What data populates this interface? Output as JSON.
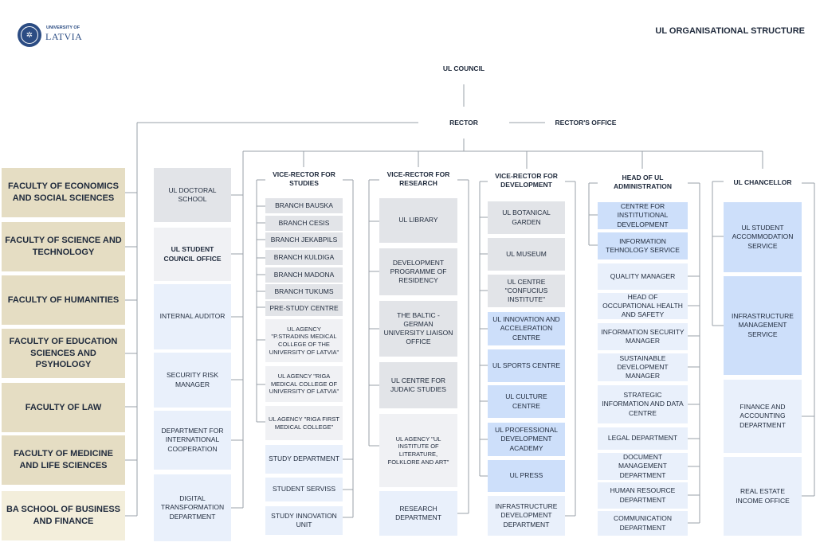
{
  "header": {
    "logo_small": "UNIVERSITY OF",
    "logo_big": "LATVIA",
    "title": "UL ORGANISATIONAL STRUCTURE"
  },
  "top": {
    "council": "UL COUNCIL",
    "rector": "RECTOR",
    "rectors_office": "RECTOR'S OFFICE"
  },
  "faculties": [
    "FACULTY OF ECONOMICS AND SOCIAL SCIENCES",
    "FACULTY OF SCIENCE AND TECHNOLOGY",
    "FACULTY OF HUMANITIES",
    "FACULTY OF EDUCATION SCIENCES AND PSYHOLOGY",
    "FACULTY OF LAW",
    "FACULTY OF MEDICINE AND LIFE SCIENCES",
    "BA SCHOOL OF BUSINESS AND FINANCE"
  ],
  "rector_units": [
    "UL DOCTORAL SCHOOL",
    "UL STUDENT COUNCIL OFFICE",
    "INTERNAL AUDITOR",
    "SECURITY RISK MANAGER",
    "DEPARTMENT FOR INTERNATIONAL COOPERATION",
    "DIGITAL TRANSFORMATION DEPARTMENT"
  ],
  "studies": {
    "title": "VICE-RECTOR FOR STUDIES",
    "units": [
      "BRANCH BAUSKA",
      "BRANCH CESIS",
      "BRANCH JEKABPILS",
      "BRANCH KULDIGA",
      "BRANCH MADONA",
      "BRANCH TUKUMS",
      "PRE-STUDY CENTRE",
      "UL AGENCY \"P.STRADINS MEDICAL COLLEGE OF THE UNIVERSITY OF LATVIA\"",
      "UL AGENCY \"RIGA MEDICAL COLLEGE OF UNIVERSITY OF LATVIA\"",
      "UL AGENCY \"RIGA FIRST MEDICAL COLLEGE\"",
      "STUDY DEPARTMENT",
      "STUDENT SERVISS",
      "STUDY INNOVATION UNIT"
    ]
  },
  "research": {
    "title": "VICE-RECTOR FOR RESEARCH",
    "units": [
      "UL LIBRARY",
      "DEVELOPMENT PROGRAMME OF RESIDENCY",
      "THE BALTIC - GERMAN UNIVERSITY LIAISON OFFICE",
      "UL CENTRE FOR JUDAIC STUDIES",
      "UL AGENCY \"UL INSTITUTE OF LITERATURE, FOLKLORE AND ART\"",
      "RESEARCH DEPARTMENT"
    ]
  },
  "development": {
    "title": "VICE-RECTOR FOR DEVELOPMENT",
    "units": [
      "UL BOTANICAL GARDEN",
      "UL MUSEUM",
      "UL CENTRE \"CONFUCIUS INSTITUTE\"",
      "UL INNOVATION AND ACCELERATION CENTRE",
      "UL SPORTS CENTRE",
      "UL CULTURE CENTRE",
      "UL PROFESSIONAL DEVELOPMENT ACADEMY",
      "UL PRESS",
      "INFRASTRUCTURE DEVELOPMENT DEPARTMENT"
    ]
  },
  "administration": {
    "title": "HEAD OF UL ADMINISTRATION",
    "units": [
      "CENTRE FOR INSTITUTIONAL DEVELOPMENT",
      "INFORMATION TEHNOLOGY SERVICE",
      "QUALITY MANAGER",
      "HEAD OF OCCUPATIONAL HEALTH AND SAFETY",
      "INFORMATION SECURITY MANAGER",
      "SUSTAINABLE DEVELOPMENT MANAGER",
      "STRATEGIC INFORMATION AND DATA CENTRE",
      "LEGAL DEPARTMENT",
      "DOCUMENT MANAGEMENT DEPARTMENT",
      "HUMAN RESOURCE DEPARTMENT",
      "COMMUNICATION DEPARTMENT"
    ]
  },
  "chancellor": {
    "title": "UL CHANCELLOR",
    "units": [
      "UL STUDENT ACCOMMODATION SERVICE",
      "INFRASTRUCTURE MANAGEMENT SERVICE",
      "FINANCE AND ACCOUNTING DEPARTMENT",
      "REAL ESTATE INCOME OFFICE"
    ]
  }
}
